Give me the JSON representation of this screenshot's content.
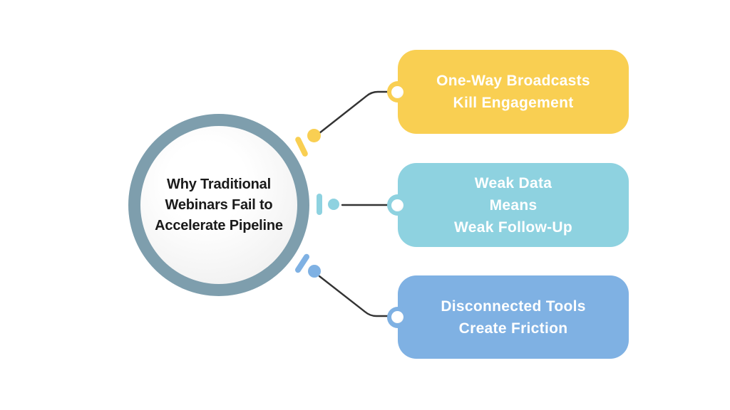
{
  "center": {
    "lines": [
      "Why Traditional",
      "Webinars Fail to",
      "Accelerate Pipeline"
    ]
  },
  "boxes": [
    {
      "label_lines": [
        "One-Way Broadcasts",
        "Kill Engagement"
      ],
      "color": "#F9CF52"
    },
    {
      "label_lines": [
        "Weak Data",
        "Means",
        "Weak Follow-Up"
      ],
      "color": "#8ED2E0"
    },
    {
      "label_lines": [
        "Disconnected Tools",
        "Create Friction"
      ],
      "color": "#7FB1E3"
    }
  ],
  "colors": {
    "canvas-bg": "#FFFFFF",
    "ring": "#7E9EAD",
    "circle-center": "#FFFFFF",
    "circle-edge": "#EBEBEB",
    "connector": "#333333",
    "box-text": "#FFFFFF",
    "title-text": "#1A1A1A"
  }
}
